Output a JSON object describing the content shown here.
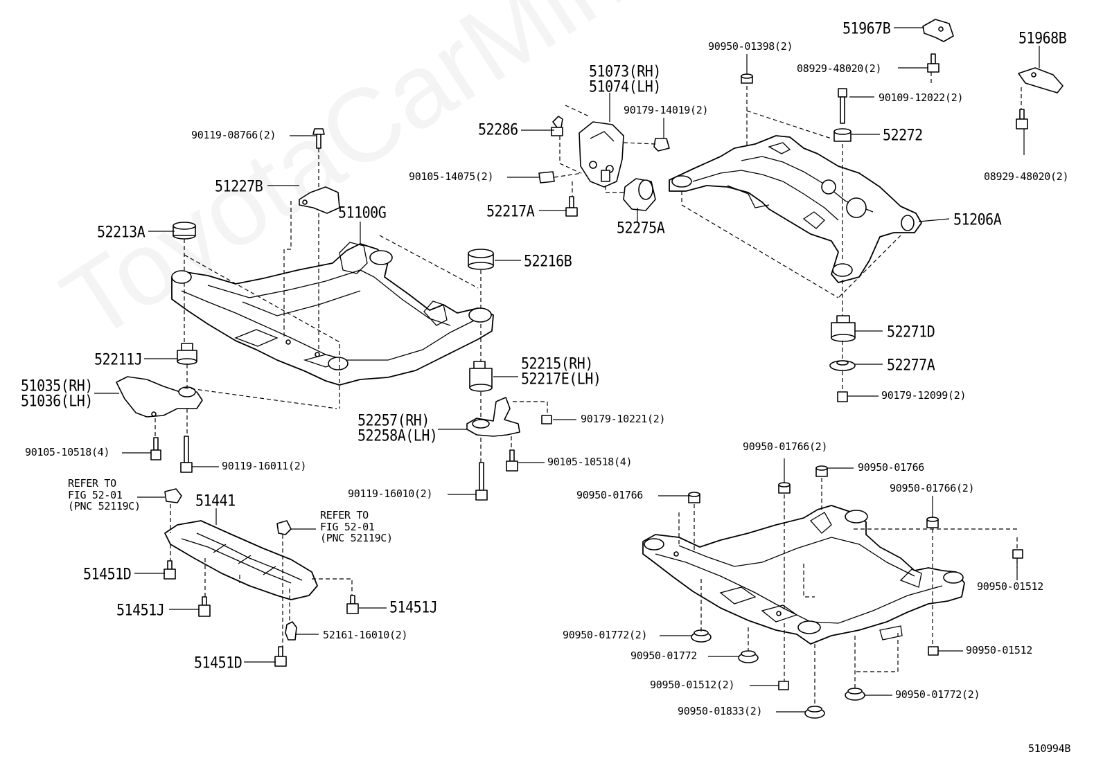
{
  "watermark": "ToyotaCarMini.ru",
  "figure_code": "510994B",
  "parts": {
    "p51967B": "51967B",
    "p51968B": "51968B",
    "p90950_01398": "90950-01398(2)",
    "p08929_48020_a": "08929-48020(2)",
    "p08929_48020_b": "08929-48020(2)",
    "p90109_12022": "90109-12022(2)",
    "p52272": "52272",
    "p51206A": "51206A",
    "p52271D": "52271D",
    "p52277A": "52277A",
    "p90179_12099": "90179-12099(2)",
    "p51073": "51073(RH)",
    "p51074": "51074(LH)",
    "p90179_14019": "90179-14019(2)",
    "p52286": "52286",
    "p90105_14075": "90105-14075(2)",
    "p52217A": "52217A",
    "p52275A": "52275A",
    "p90119_08766": "90119-08766(2)",
    "p51227B": "51227B",
    "p51100G": "51100G",
    "p52213A": "52213A",
    "p52216B": "52216B",
    "p52211J": "52211J",
    "p51035": "51035(RH)",
    "p51036": "51036(LH)",
    "p52215": "52215(RH)",
    "p52217E": "52217E(LH)",
    "p52257": "52257(RH)",
    "p52258A": "52258A(LH)",
    "p90179_10221": "90179-10221(2)",
    "p90105_10518_a": "90105-10518(4)",
    "p90119_16011": "90119-16011(2)",
    "p90105_10518_b": "90105-10518(4)",
    "p90119_16010": "90119-16010(2)",
    "p51441": "51441",
    "p51451D_a": "51451D",
    "p51451J_a": "51451J",
    "p51451J_b": "51451J",
    "p52161_16010": "52161-16010(2)",
    "p51451D_b": "51451D",
    "p90950_01766_a": "90950-01766(2)",
    "p90950_01766_b": "90950-01766",
    "p90950_01766_c": "90950-01766",
    "p90950_01766_d": "90950-01766(2)",
    "p90950_01512_a": "90950-01512",
    "p90950_01512_b": "90950-01512",
    "p90950_01512_c": "90950-01512(2)",
    "p90950_01772_a": "90950-01772(2)",
    "p90950_01772_b": "90950-01772",
    "p90950_01772_c": "90950-01772(2)",
    "p90950_01833": "90950-01833(2)"
  },
  "refer_a": {
    "line1": "REFER TO",
    "line2": "FIG 52-01",
    "line3": "(PNC 52119C)"
  },
  "refer_b": {
    "line1": "REFER TO",
    "line2": "FIG 52-01",
    "line3": "(PNC 52119C)"
  }
}
